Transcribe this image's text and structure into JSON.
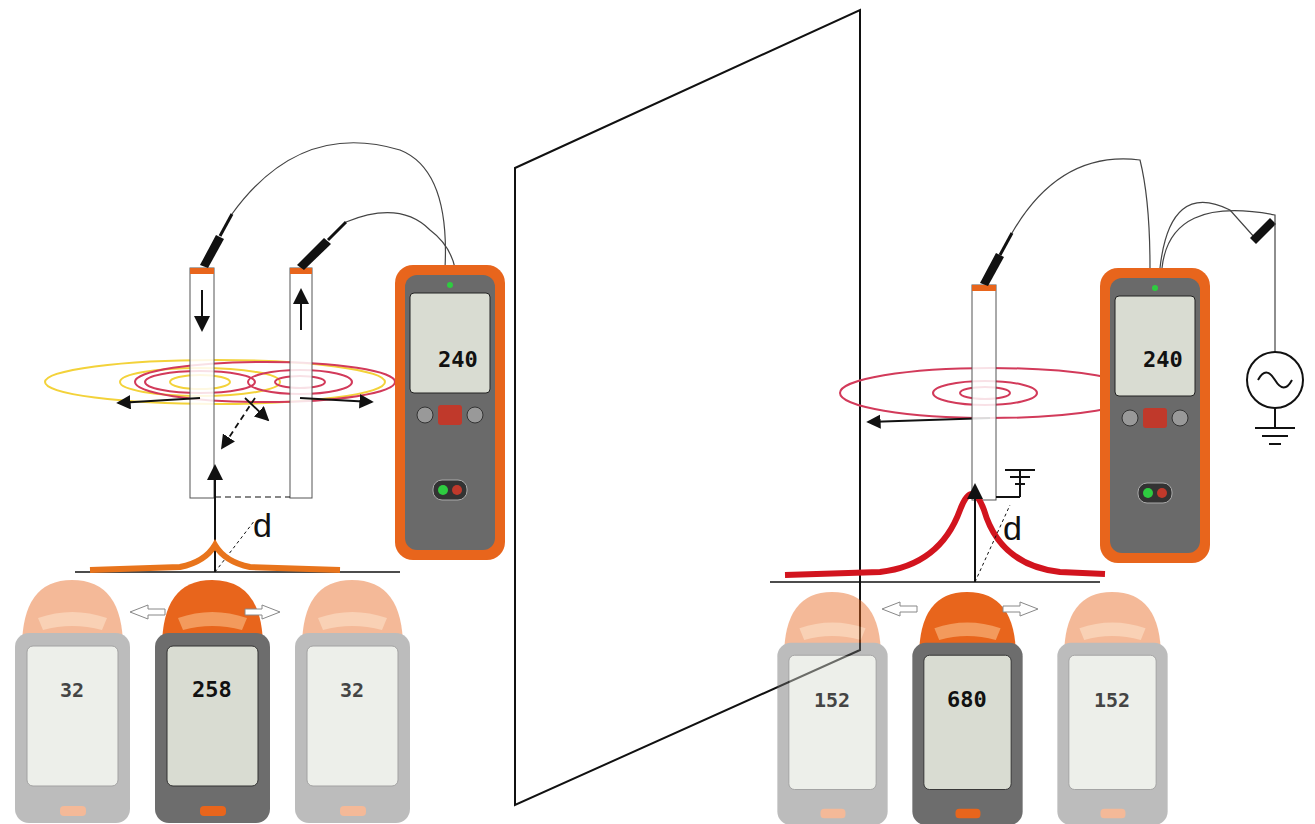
{
  "diagram": {
    "labels": [
      "d",
      "d",
      "240",
      "240",
      "32",
      "258",
      "32",
      "152",
      "680",
      "152"
    ]
  }
}
